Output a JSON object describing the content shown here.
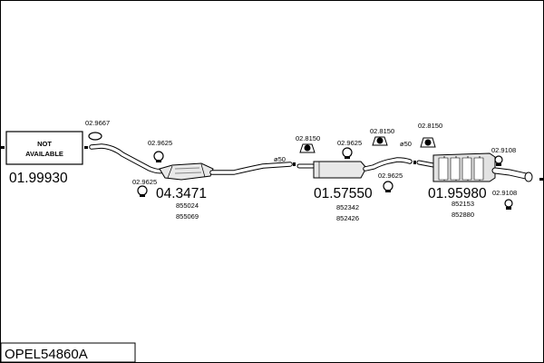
{
  "diagram_title": "OPEL54860A",
  "not_available_label": "NOT\nAVAILABLE",
  "main_parts": {
    "front_pipe": "01.99930",
    "catalytic_converter": "04.3471",
    "middle_silencer": "01.57550",
    "rear_silencer": "01.95980"
  },
  "oe_numbers": {
    "cat_a": "855024",
    "cat_b": "855069",
    "mid_a": "852342",
    "mid_b": "852426",
    "rear_a": "852153",
    "rear_b": "852880"
  },
  "accessories": {
    "front_gasket": "02.9667",
    "cat_clamp_top": "02.9625",
    "cat_clamp_bottom": "02.9625",
    "mid_mount": "02.8150",
    "mid_clamp": "02.9625",
    "mid_mount_2": "02.8150",
    "mid_clamp_rear": "02.9625",
    "rear_mount": "02.8150",
    "rear_hanger_top": "02.9108",
    "rear_hanger_bottom": "02.9108"
  },
  "diameters": {
    "front": "ø50",
    "rear": "ø50"
  }
}
